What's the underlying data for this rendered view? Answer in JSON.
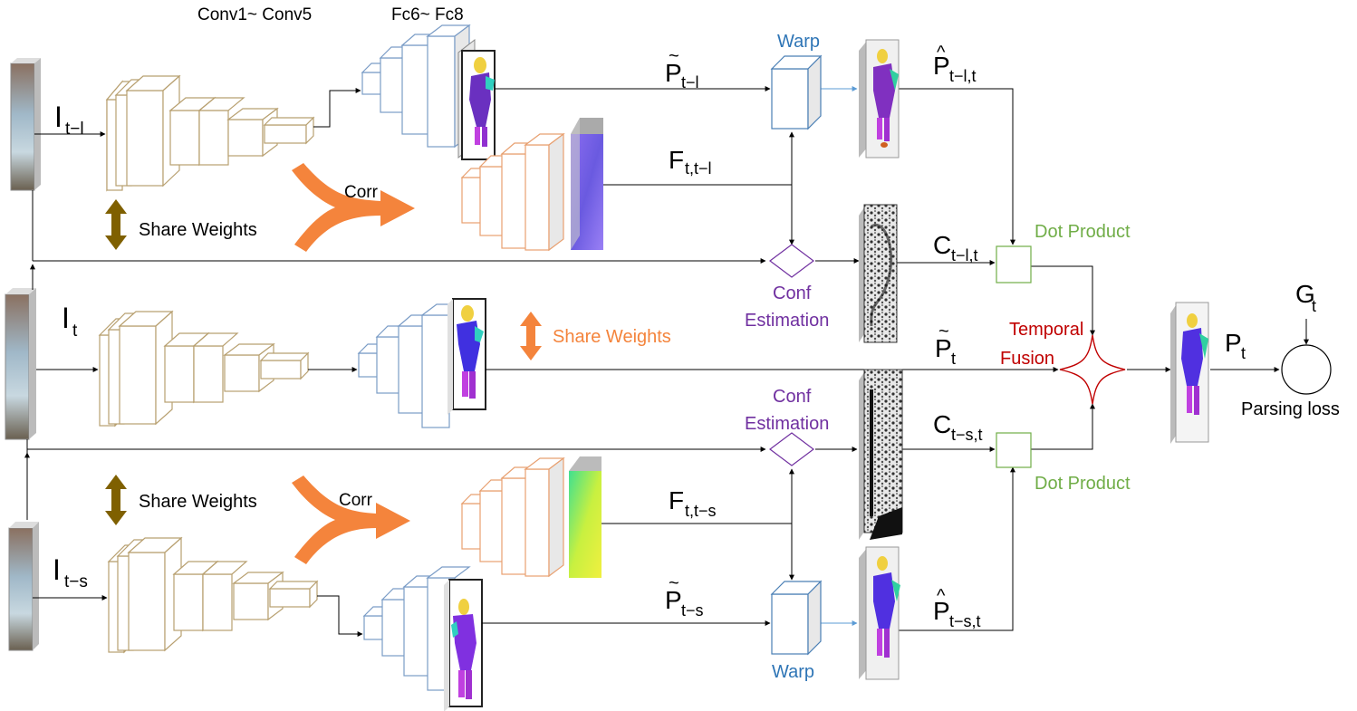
{
  "header": {
    "conv_label": "Conv1~ Conv5",
    "fc_label": "Fc6~ Fc8"
  },
  "inputs": {
    "top": {
      "main": "I",
      "sub": "t−l"
    },
    "mid": {
      "main": "I",
      "sub": "t"
    },
    "bot": {
      "main": "I",
      "sub": "t−s"
    }
  },
  "labels": {
    "corr": "Corr",
    "share_weights": "Share Weights",
    "warp": "Warp",
    "conf_estimation_line1": "Conf",
    "conf_estimation_line2": "Estimation",
    "dot_product": "Dot Product",
    "temporal_line1": "Temporal",
    "temporal_line2": "Fusion",
    "parsing_loss": "Parsing loss"
  },
  "signals": {
    "p_tilde_top": {
      "main": "P",
      "accent": "~",
      "sub": "t−l"
    },
    "f_top": {
      "main": "F",
      "sub": "t,t−l"
    },
    "p_hat_top": {
      "main": "P",
      "accent": "^",
      "sub": "t−l,t"
    },
    "c_top": {
      "main": "C",
      "sub": "t−l,t"
    },
    "p_tilde_mid": {
      "main": "P",
      "accent": "~",
      "sub": "t"
    },
    "c_bot": {
      "main": "C",
      "sub": "t−s,t"
    },
    "f_bot": {
      "main": "F",
      "sub": "t,t−s"
    },
    "p_tilde_bot": {
      "main": "P",
      "accent": "~",
      "sub": "t−s"
    },
    "p_hat_bot": {
      "main": "P",
      "accent": "^",
      "sub": "t−s,t"
    },
    "p_out": {
      "main": "P",
      "sub": "t"
    },
    "g_t": {
      "main": "G",
      "sub": "t"
    }
  },
  "colors": {
    "conv_block": "#b8a070",
    "fc_block": "#7a9cc6",
    "flow_block": "#e8a070",
    "warp_cube": "#4a7fb5",
    "warp_text": "#2e75b6",
    "conf_diamond": "#7030a0",
    "conf_text": "#7030a0",
    "dot_box": "#70ad47",
    "dot_text": "#70ad47",
    "fusion_star": "#c00000",
    "fusion_text": "#c00000",
    "corr_arrow": "#f4843c",
    "share_arrow_dark": "#7f6000",
    "share_arrow_orange": "#f4843c",
    "flow_top": "#7b68ee",
    "flow_bot": "#d4f03c"
  }
}
